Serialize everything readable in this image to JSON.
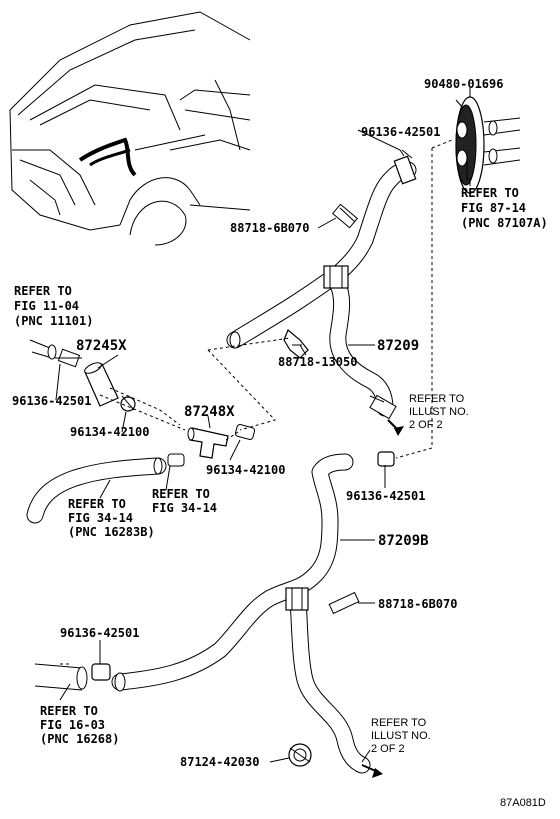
{
  "labels": {
    "p90480": "90480-01696",
    "p96136_top": "96136-42501",
    "refer_87_1": "REFER TO",
    "refer_87_2": "FIG 87-14",
    "refer_87_3": "(PNC 87107A)",
    "p88718_top": "88718-6B070",
    "refer_11_1": "REFER TO",
    "refer_11_2": "FIG 11-04",
    "refer_11_3": "(PNC 11101)",
    "p87245": "87245X",
    "p87209": "87209",
    "p88718_mid": "88718-13050",
    "p96136_left": "96136-42501",
    "illust_top_1": "REFER TO",
    "illust_top_2": "ILLUST NO.",
    "illust_top_3": "2 OF 2",
    "p96134_left": "96134-42100",
    "p87248": "87248X",
    "p96134_mid": "96134-42100",
    "refer_34a_1": "REFER TO",
    "refer_34a_2": "FIG 34-14",
    "refer_34b_1": "REFER TO",
    "refer_34b_2": "FIG 34-14",
    "refer_34b_3": "(PNC 16283B)",
    "p96136_right": "96136-42501",
    "p87209B": "87209B",
    "p88718_bot": "88718-6B070",
    "p96136_bot": "96136-42501",
    "refer_16_1": "REFER TO",
    "refer_16_2": "FIG 16-03",
    "refer_16_3": "(PNC 16268)",
    "illust_bot_1": "REFER TO",
    "illust_bot_2": "ILLUST NO.",
    "illust_bot_3": "2 OF 2",
    "p87124": "87124-42030",
    "figure_code": "87A081D"
  }
}
